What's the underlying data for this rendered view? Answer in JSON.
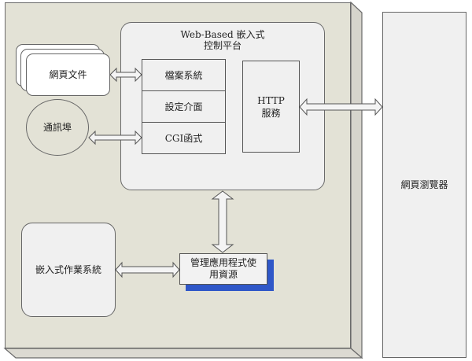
{
  "diagram": {
    "platform": {
      "title_line1": "Web-Based 嵌入式",
      "title_line2": "控制平台"
    },
    "modules": [
      {
        "label": "檔案系統"
      },
      {
        "label": "設定介面"
      },
      {
        "label": "CGI函式"
      }
    ],
    "http_service": {
      "line1": "HTTP",
      "line2": "服務"
    },
    "web_documents": {
      "label": "網頁文件"
    },
    "comm_port": {
      "label": "通訊埠"
    },
    "embedded_os": {
      "label": "嵌入式作業系統"
    },
    "resource_manager": {
      "line1": "管理應用程式使",
      "line2": "用資源"
    },
    "browser": {
      "label": "網頁瀏覽器"
    },
    "colors": {
      "outer_fill": "#e3e2d6",
      "box_fill": "#f0f0f0",
      "shadow_blue": "#2f57c8",
      "stroke": "#6a6a6a"
    }
  }
}
